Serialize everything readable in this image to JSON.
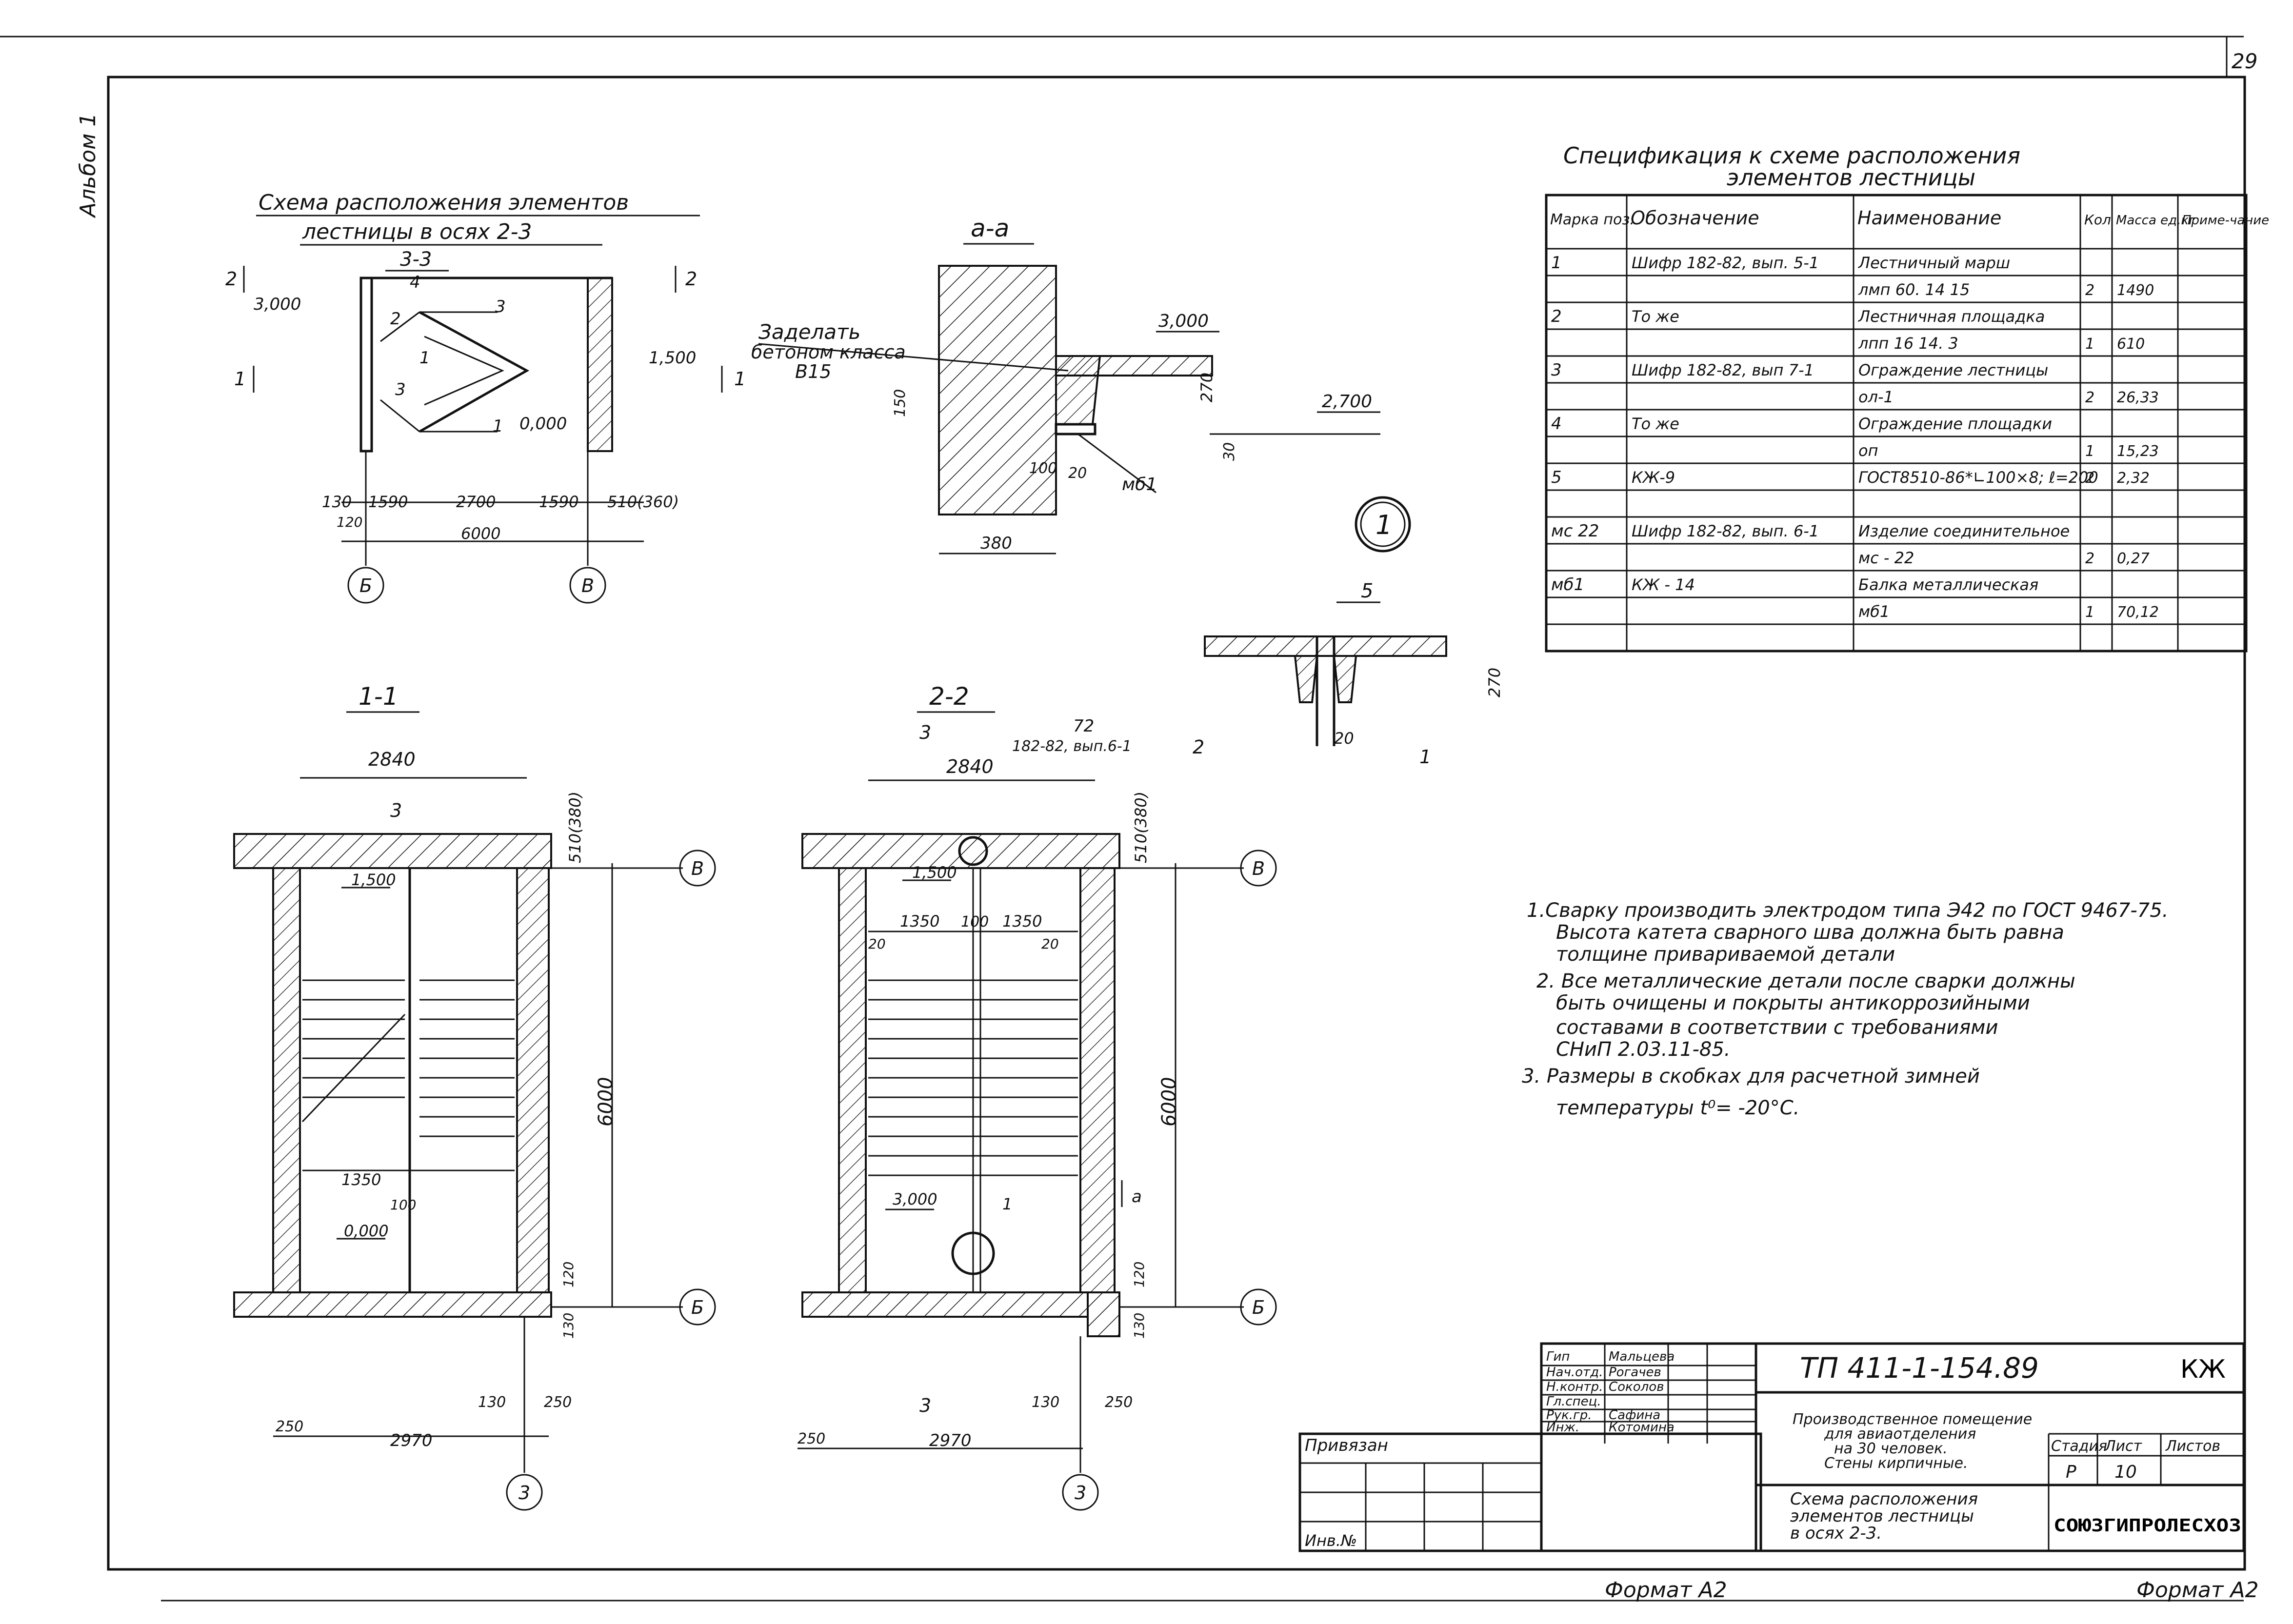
{
  "sheet_number": "29",
  "album_label": "Альбом 1",
  "format_bottom_center": "Формат А2",
  "format_bottom_right": "Формат А2",
  "plan_scheme": {
    "title_line1": "Схема расположения элементов",
    "title_line2": "лестницы в осях 2-3",
    "section_mark": "3-3",
    "cut_left": "2",
    "cut_right": "2",
    "cut_left1": "1",
    "cut_right1": "1",
    "elev_3000": "3,000",
    "elev_1500": "1,500",
    "elev_0000": "0,000",
    "pos_labels": [
      "4",
      "2",
      "3",
      "1",
      "3",
      "1"
    ],
    "dims": [
      "130",
      "1590",
      "2700",
      "1590",
      "510(360)",
      "120",
      "6000"
    ],
    "axis_left": "Б",
    "axis_right": "В"
  },
  "section_aa": {
    "title": "а-а",
    "note_line1": "Заделать",
    "note_line2": "бетоном класса",
    "note_line3": "В15",
    "elev_3000": "3,000",
    "elev_2700": "2,700",
    "dims": [
      "270",
      "150",
      "100",
      "20",
      "30",
      "380"
    ],
    "label_mb1": "мб1"
  },
  "detail_1": {
    "callout": "1",
    "pos_5": "5",
    "pos_2": "2",
    "pos_1": "1",
    "dims": [
      "270",
      "20"
    ]
  },
  "section_11": {
    "title": "1-1",
    "dims_top": "2840",
    "dims_side": "510(380)",
    "mark_3": "3",
    "elev_1500": "1,500",
    "elev_0000": "0,000",
    "dim_1350": "1350",
    "dim_100": "100",
    "dim_6000": "6000",
    "dim_120": "120",
    "dim_130": "130",
    "dims_bottom": [
      "250",
      "2970",
      "130",
      "250"
    ],
    "axis_top": "В",
    "axis_mid": "Б",
    "axis_bottom": "3"
  },
  "section_22": {
    "title": "2-2",
    "ref_72": "72",
    "ref_text": "182-82, вып.6-1",
    "dims_top": "2840",
    "dims_side": "510(380)",
    "mark_3": "3",
    "elev_1500": "1,500",
    "elev_3000": "3,000",
    "dims_mid": [
      "1350",
      "100",
      "1350"
    ],
    "dim_20a": "20",
    "dim_20b": "20",
    "dim_6000": "6000",
    "dim_120": "120",
    "dim_130": "130",
    "pos_1": "1",
    "mark_a": "а",
    "dims_bottom": [
      "250",
      "2970",
      "130",
      "250"
    ],
    "axis_top": "В",
    "axis_mid": "Б",
    "axis_bottom": "3"
  },
  "spec_table": {
    "title_line1": "Спецификация к схеме расположения",
    "title_line2": "элементов лестницы",
    "headers": [
      "Марка поз.",
      "Обозначение",
      "Наименование",
      "Кол",
      "Масса ед.кг",
      "Приме-чание"
    ],
    "rows": [
      [
        "1",
        "Шифр 182-82, вып. 5-1",
        "Лестничный марш",
        "",
        "",
        ""
      ],
      [
        "",
        "",
        "лмп 60. 14 15",
        "2",
        "1490",
        ""
      ],
      [
        "2",
        "То же",
        "Лестничная площадка",
        "",
        "",
        ""
      ],
      [
        "",
        "",
        "лпп 16 14. 3",
        "1",
        "610",
        ""
      ],
      [
        "3",
        "Шифр 182-82, вып 7-1",
        "Ограждение лестницы",
        "",
        "",
        ""
      ],
      [
        "",
        "",
        "ол-1",
        "2",
        "26,33",
        ""
      ],
      [
        "4",
        "То же",
        "Ограждение площадки",
        "",
        "",
        ""
      ],
      [
        "",
        "",
        "оп",
        "1",
        "15,23",
        ""
      ],
      [
        "5",
        "КЖ-9",
        "ГОСТ8510-86*∟100×8; ℓ=200",
        "2",
        "2,32",
        ""
      ],
      [
        "",
        "",
        "",
        "",
        "",
        ""
      ],
      [
        "мс 22",
        "Шифр 182-82, вып. 6-1",
        "Изделие соединительное",
        "",
        "",
        ""
      ],
      [
        "",
        "",
        "мс - 22",
        "2",
        "0,27",
        ""
      ],
      [
        "мб1",
        "КЖ - 14",
        "Балка металлическая",
        "",
        "",
        ""
      ],
      [
        "",
        "",
        "мб1",
        "1",
        "70,12",
        ""
      ],
      [
        "",
        "",
        "",
        "",
        "",
        ""
      ]
    ]
  },
  "notes": [
    "1.Сварку производить электродом типа Э42 по ГОСТ 9467-75.",
    "Высота катета сварного шва должна быть равна",
    "толщине привариваемой детали",
    "2. Все металлические детали после сварки должны",
    "быть очищены и покрыты антикоррозийными",
    "составами в соответствии с требованиями",
    "СНиП 2.03.11-85.",
    "3. Размеры в скобках для расчетной зимней",
    "температуры t⁰= -20°С."
  ],
  "title_block": {
    "roles": [
      "Гип",
      "Нач.отд.",
      "Н.контр.",
      "Гл.спец.",
      "Рук.гр.",
      "Инж."
    ],
    "names": [
      "Мальцева",
      "Рогачев",
      "Соколов",
      "",
      "Сафина",
      "Котомина"
    ],
    "project_code": "ТП 411-1-154.89",
    "mark": "КЖ",
    "building_line1": "Производственное помещение",
    "building_line2": "для авиаотделения",
    "building_line3": "на 30 человек.",
    "building_line4": "Стены кирпичные.",
    "col_stage": "Стадия",
    "col_sheet": "Лист",
    "col_sheets": "Листов",
    "stage": "Р",
    "sheet": "10",
    "drawing_line1": "Схема расположения",
    "drawing_line2": "элементов лестницы",
    "drawing_line3": "в осях 2-3.",
    "organization": "СОЮЗГИПРОЛЕСХОЗ",
    "privyazan": "Привязан",
    "inv_no": "Инв.№"
  }
}
